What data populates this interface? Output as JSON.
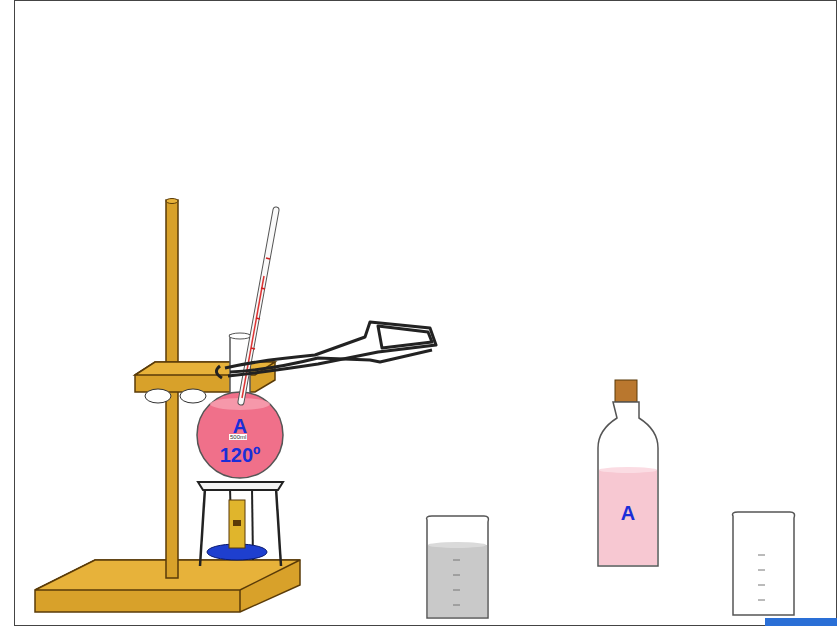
{
  "diagram": {
    "nodes": [
      {
        "text": [
          "A",
          "120º"
        ]
      },
      {
        "text": [
          "A"
        ]
      }
    ],
    "labels": [
      "500ml"
    ]
  }
}
